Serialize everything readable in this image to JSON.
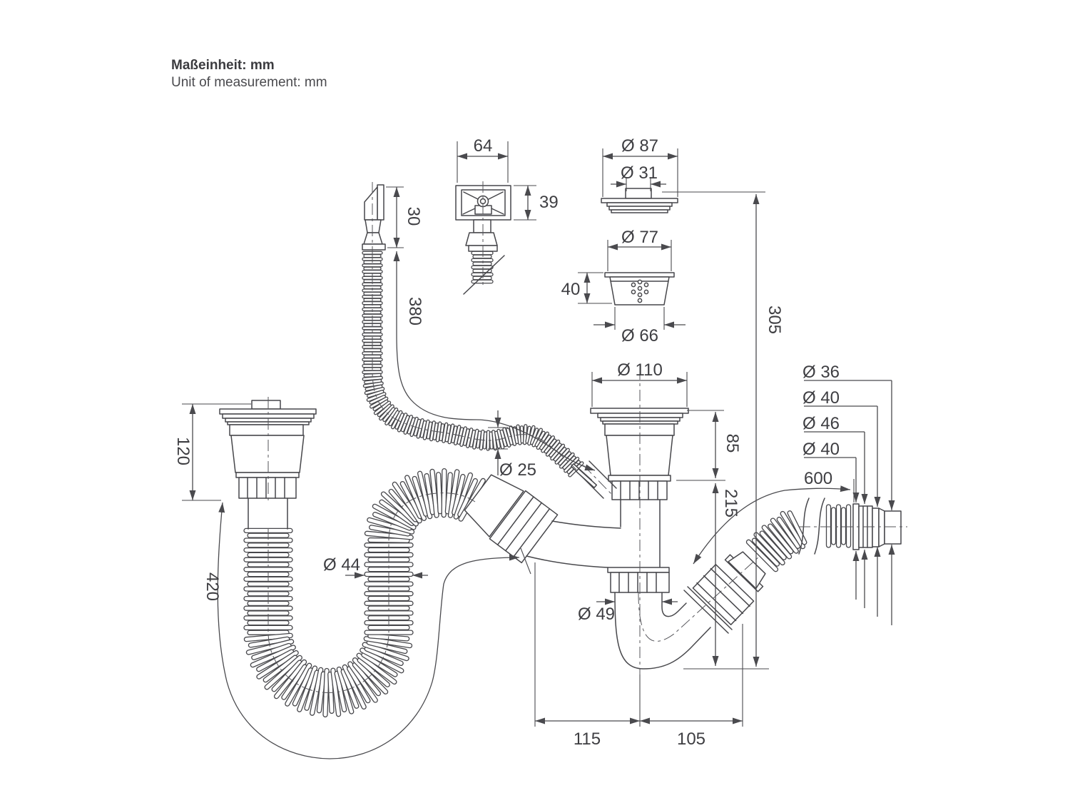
{
  "header": {
    "unit_de": "Maßeinheit: mm",
    "unit_en": "Unit of measurement: mm"
  },
  "colors": {
    "background": "#ffffff",
    "line": "#47474b",
    "text": "#3e3e42"
  },
  "dims": {
    "d64": "64",
    "d39": "39",
    "d30": "30",
    "d380": "380",
    "d87": "Ø 87",
    "d31": "Ø 31",
    "d77": "Ø 77",
    "d40h": "40",
    "d66": "Ø 66",
    "d305": "305",
    "d110": "Ø 110",
    "d120": "120",
    "d85": "85",
    "d25": "Ø 25",
    "d215": "215",
    "d36": "Ø 36",
    "d40a": "Ø 40",
    "d46": "Ø 46",
    "d40b": "Ø 40",
    "d600": "600",
    "d44": "Ø 44",
    "d420": "420",
    "d49": "Ø 49",
    "d115": "115",
    "d105": "105"
  }
}
